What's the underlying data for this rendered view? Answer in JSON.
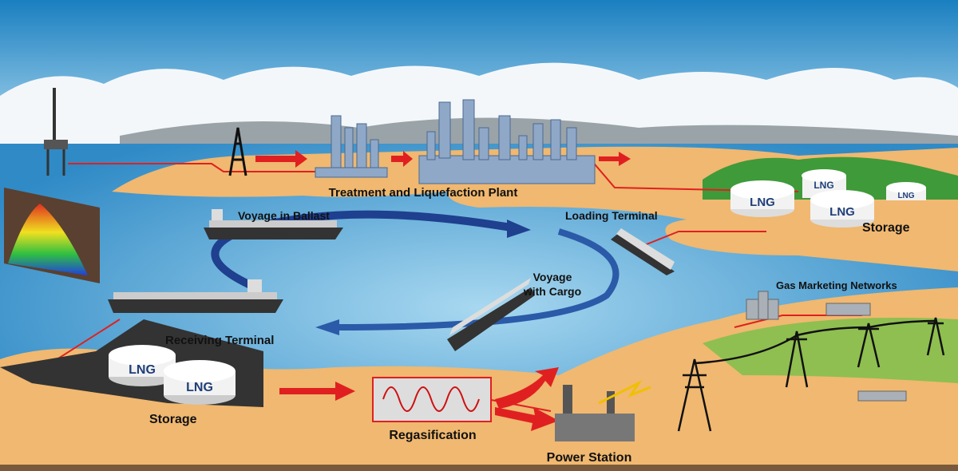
{
  "labels": {
    "plant": "Treatment and Liquefaction Plant",
    "voyage_ballast": "Voyage in Ballast",
    "loading_terminal": "Loading Terminal",
    "storage_export": "Storage",
    "voyage_cargo_1": "Voyage",
    "voyage_cargo_2": "with Cargo",
    "gas_networks": "Gas Marketing Networks",
    "receiving_terminal": "Receiving Terminal",
    "storage_import": "Storage",
    "regasification": "Regasification",
    "power_station": "Power Station"
  },
  "tanks": {
    "export": [
      "LNG",
      "LNG",
      "LNG",
      "LNG"
    ],
    "import": [
      "LNG",
      "LNG"
    ]
  },
  "colors": {
    "sky_top": "#1a7fc0",
    "sea": "#3f9bd2",
    "land": "#f0b870",
    "pipeline": "#e02020",
    "cycle_arrow": "#1f3f8f"
  }
}
